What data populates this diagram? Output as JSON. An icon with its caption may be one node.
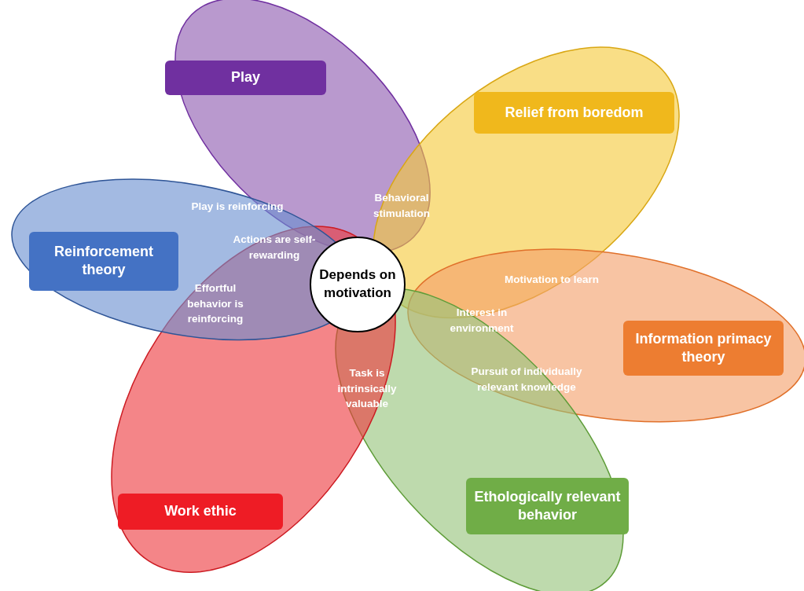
{
  "diagram": {
    "nodes": [
      {
        "text": [
          "Play"
        ]
      },
      {
        "text": [
          "Relief from boredom"
        ]
      },
      {
        "text": [
          "Information primacy theory"
        ]
      },
      {
        "text": [
          "Ethologically relevant behavior"
        ]
      },
      {
        "text": [
          "Work ethic"
        ]
      },
      {
        "text": [
          "Reinforcement theory"
        ]
      },
      {
        "text": [
          "Depends on motivation"
        ]
      }
    ],
    "labels": [
      "Play is reinforcing",
      "Behavioral stimulation",
      "Actions are self-rewarding",
      "Motivation to learn",
      "Effortful behavior is reinforcing",
      "Interest in environment",
      "Pursuit of individually relevant knowledge",
      "Task is intrinsically valuable"
    ]
  }
}
